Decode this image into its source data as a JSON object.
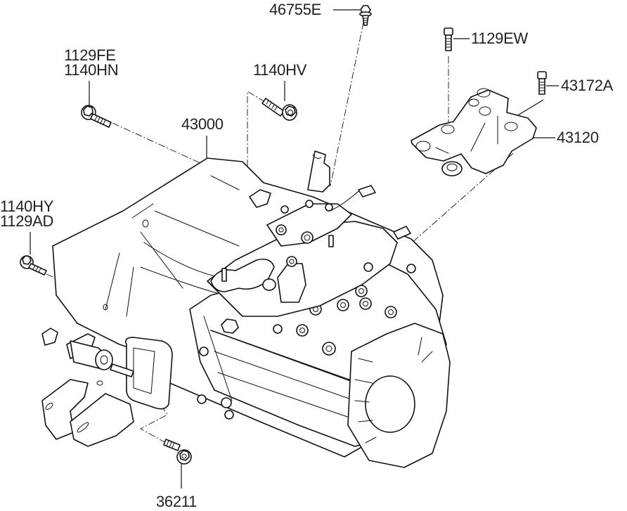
{
  "diagram": {
    "title": "Manual Transaxle Assembly",
    "parts": [
      {
        "id": "46755E",
        "label": "46755E",
        "name": "bolt"
      },
      {
        "id": "1129EW",
        "label": "1129EW",
        "name": "bolt"
      },
      {
        "id": "43172A",
        "label": "43172A",
        "name": "bolt"
      },
      {
        "id": "43120",
        "label": "43120",
        "name": "transaxle-mounting-bracket"
      },
      {
        "id": "1140HV",
        "label": "1140HV",
        "name": "bolt"
      },
      {
        "id": "43000",
        "label": "43000",
        "name": "transaxle-assembly"
      },
      {
        "id": "36211",
        "label": "36211",
        "name": "bolt"
      }
    ],
    "stacked_labels": {
      "upper_left": [
        "1129FE",
        "1140HN"
      ],
      "left": [
        "1140HY",
        "1129AD"
      ]
    }
  }
}
